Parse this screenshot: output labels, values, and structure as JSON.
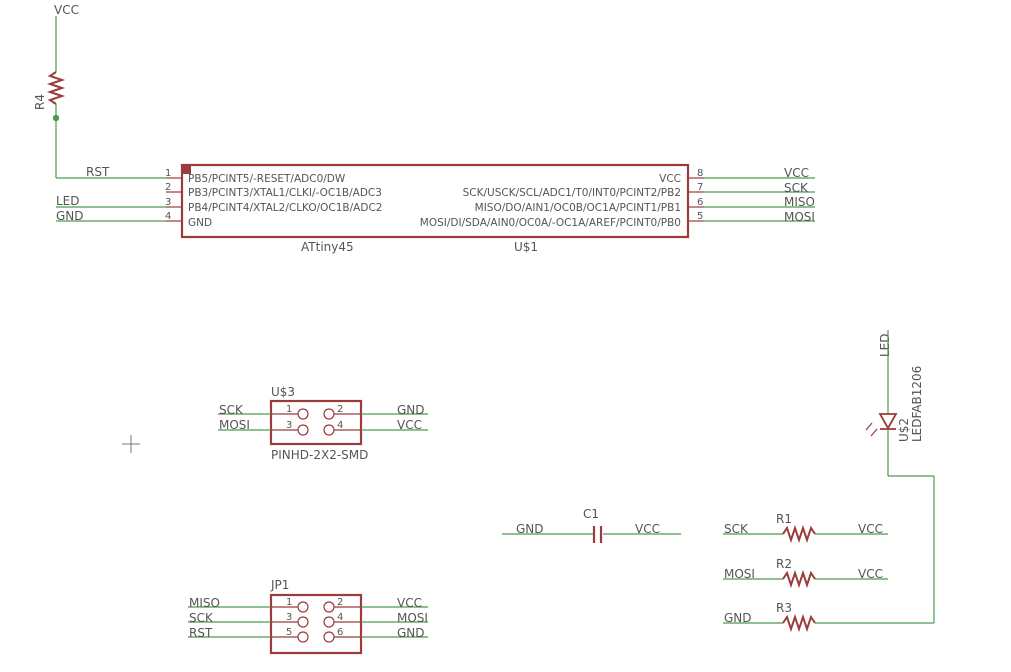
{
  "nets": {
    "vcc": "VCC",
    "gnd": "GND",
    "rst": "RST",
    "led": "LED",
    "sck": "SCK",
    "miso": "MISO",
    "mosi": "MOSI"
  },
  "ic": {
    "name": "U$1",
    "part": "ATtiny45",
    "left_pins": [
      {
        "num": "1",
        "label": "PB5/PCINT5/-RESET/ADC0/DW"
      },
      {
        "num": "2",
        "label": "PB3/PCINT3/XTAL1/CLKI/-OC1B/ADC3"
      },
      {
        "num": "3",
        "label": "PB4/PCINT4/XTAL2/CLKO/OC1B/ADC2"
      },
      {
        "num": "4",
        "label": "GND"
      }
    ],
    "right_pins": [
      {
        "num": "8",
        "label": "VCC"
      },
      {
        "num": "7",
        "label": "SCK/USCK/SCL/ADC1/T0/INT0/PCINT2/PB2"
      },
      {
        "num": "6",
        "label": "MISO/DO/AIN1/OC0B/OC1A/PCINT1/PB1"
      },
      {
        "num": "5",
        "label": "MOSI/DI/SDA/AIN0/OC0A/-OC1A/AREF/PCINT0/PB0"
      }
    ]
  },
  "r4": {
    "name": "R4"
  },
  "u3": {
    "name": "U$3",
    "part": "PINHD-2X2-SMD",
    "pins": [
      "1",
      "2",
      "3",
      "4"
    ]
  },
  "jp1": {
    "name": "JP1",
    "pins": [
      "1",
      "2",
      "3",
      "4",
      "5",
      "6"
    ]
  },
  "c1": {
    "name": "C1"
  },
  "r1": {
    "name": "R1"
  },
  "r2": {
    "name": "R2"
  },
  "r3": {
    "name": "R3"
  },
  "u2": {
    "name": "U$2",
    "part": "LEDFAB1206"
  },
  "colors": {
    "wire": "#4d9a4d",
    "component": "#9b3b3b",
    "text": "#555555"
  },
  "icons": [
    "cursor-crosshair-icon"
  ]
}
